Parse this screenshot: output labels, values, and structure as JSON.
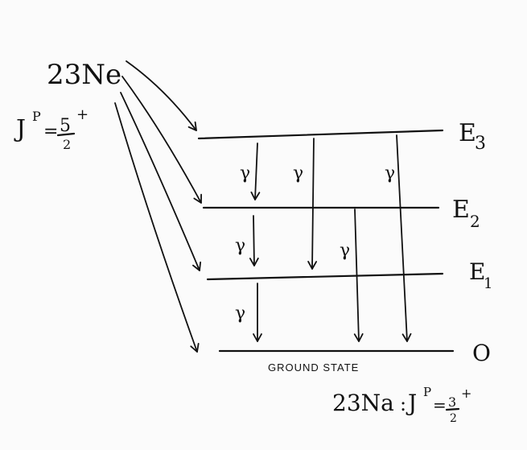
{
  "parent": {
    "nucleus": "23Ne",
    "spin_parity_prefix": "J",
    "spin_parity_sup": "P",
    "spin_parity_eq": "=",
    "spin_numerator": "5",
    "spin_denominator": "2",
    "spin_sign": "+"
  },
  "levels": [
    {
      "label": "E3"
    },
    {
      "label": "E2"
    },
    {
      "label": "E1"
    },
    {
      "label": "O"
    }
  ],
  "level_label_parts": {
    "e3_main": "E",
    "e3_sub": "3",
    "e2_main": "E",
    "e2_sub": "2",
    "e1_main": "E",
    "e1_sub": "1",
    "ground_main": "O"
  },
  "gamma_symbol": "γ",
  "ground_state_label": "GROUND STATE",
  "daughter": {
    "nucleus": "23Na",
    "separator": ":",
    "spin_parity_prefix": "J",
    "spin_parity_sup": "P",
    "spin_parity_eq": "=",
    "spin_numerator": "3",
    "spin_denominator": "2",
    "spin_sign": "+"
  },
  "colors": {
    "ink": "#111111",
    "paper": "#fbfbfb"
  }
}
